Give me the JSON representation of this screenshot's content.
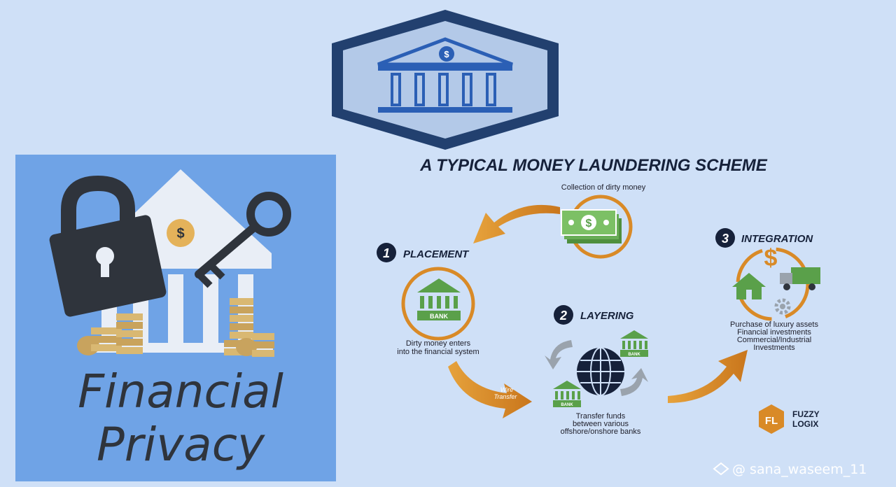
{
  "colors": {
    "background": "#cfe0f7",
    "navy": "#213a6b",
    "bank_blue": "#2b5fb5",
    "orange": "#d98a27",
    "green": "#5aa04a",
    "panel_blue": "#6fa3e6",
    "dark": "#2f343c"
  },
  "left_panel": {
    "line1": "Financial",
    "line2": "Privacy",
    "icons": [
      "padlock-icon",
      "bank-icon",
      "key-icon",
      "coin-stack-icon"
    ]
  },
  "scheme": {
    "title": "A TYPICAL MONEY LAUNDERING SCHEME",
    "collection_label": "Collection of dirty money",
    "placement": {
      "number": "1",
      "title": "PLACEMENT",
      "desc_line1": "Dirty money enters",
      "desc_line2": "into the financial system",
      "bank_label": "BANK"
    },
    "layering": {
      "number": "2",
      "title": "LAYERING",
      "desc_line1": "Transfer funds",
      "desc_line2": "between various",
      "desc_line3": "offshore/onshore banks",
      "bank_label": "BANK"
    },
    "integration": {
      "number": "3",
      "title": "INTEGRATION",
      "desc_line1": "Purchase of luxury assets",
      "desc_line2": "Financial investments",
      "desc_line3": "Commercial/Industrial",
      "desc_line4": "Investments"
    },
    "wire_line1": "Wire",
    "wire_line2": "Transfer",
    "brand_line1": "FUZZY",
    "brand_line2": "LOGIX"
  },
  "watermark": "@ sana_waseem_11"
}
